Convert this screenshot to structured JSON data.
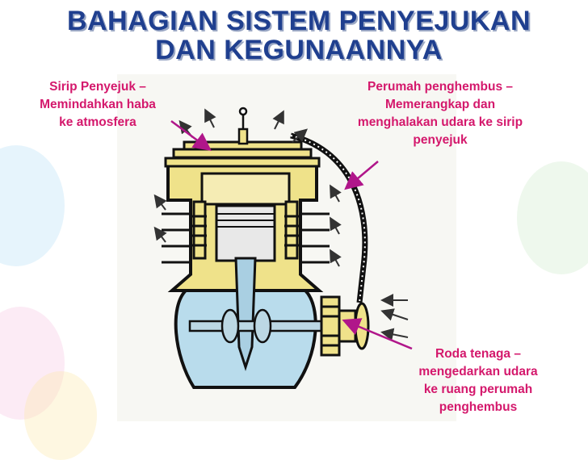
{
  "title": {
    "line1": "BAHAGIAN SISTEM PENYEJUKAN",
    "line2": "DAN KEGUNAANNYA"
  },
  "labels": {
    "sirip": {
      "line1": "Sirip Penyejuk –",
      "line2": "Memindahkan haba",
      "line3": "ke atmosfera"
    },
    "perumah": {
      "line1": "Perumah penghembus –",
      "line2": "Memerangkap dan",
      "line3": "menghalakan udara ke sirip",
      "line4": "penyejuk"
    },
    "roda": {
      "line1": "Roda tenaga –",
      "line2": "mengedarkan udara",
      "line3": "ke ruang perumah",
      "line4": "penghembus"
    }
  },
  "colors": {
    "title": "#1f3f8f",
    "label": "#d4186c",
    "pointer": "#b0168a",
    "cylinder": "#efe28a",
    "crankcase": "#b9dcec",
    "outline": "#111111"
  },
  "icons": [
    "air-flow-arrow-icon",
    "spark-plug-icon"
  ]
}
